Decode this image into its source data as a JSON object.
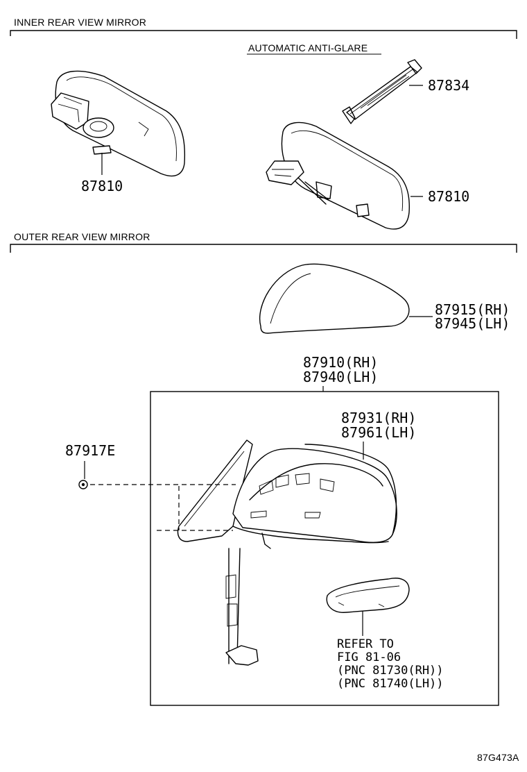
{
  "sections": {
    "inner": "INNER REAR VIEW MIRROR",
    "outer": "OUTER REAR VIEW MIRROR"
  },
  "subtitle": "AUTOMATIC ANTI-GLARE",
  "parts": {
    "p87834": "87834",
    "p87810_a": "87810",
    "p87810_b": "87810",
    "p87915": "87915(RH)",
    "p87945": "87945(LH)",
    "p87910": "87910(RH)",
    "p87940": "87940(LH)",
    "p87931": "87931(RH)",
    "p87961": "87961(LH)",
    "p87917E": "87917E"
  },
  "refer": {
    "line1": "REFER TO",
    "line2": "FIG 81-06",
    "line3": "(PNC 81730(RH))",
    "line4": "(PNC 81740(LH))"
  },
  "figure_id": "87G473A"
}
